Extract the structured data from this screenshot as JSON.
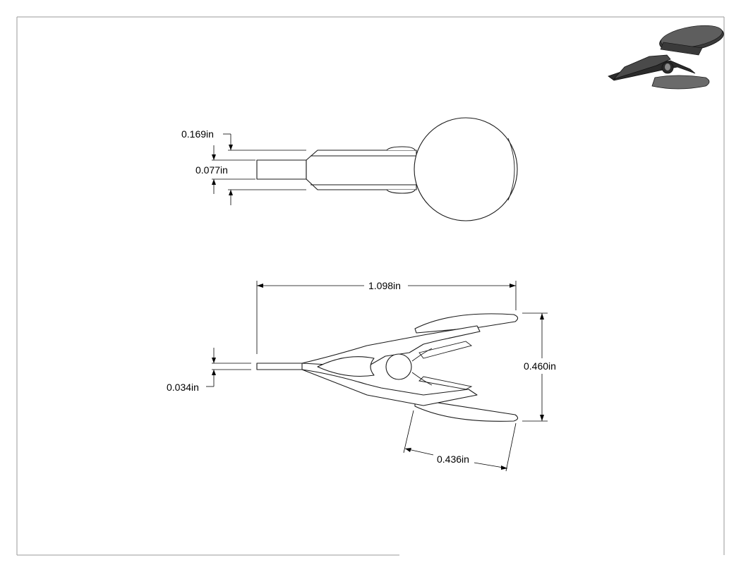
{
  "drawing": {
    "top_view": {
      "dim_overall_width": "0.169in",
      "dim_tip_width": "0.077in"
    },
    "side_view": {
      "dim_length": "1.098in",
      "dim_height": "0.460in",
      "dim_pad": "0.436in",
      "dim_tip_thickness": "0.034in"
    }
  },
  "colors": {
    "line": "#1a1a1a",
    "frame": "#9a9a9a",
    "iso_dark": "#2b2b2b",
    "iso_mid": "#5a5a5a"
  }
}
